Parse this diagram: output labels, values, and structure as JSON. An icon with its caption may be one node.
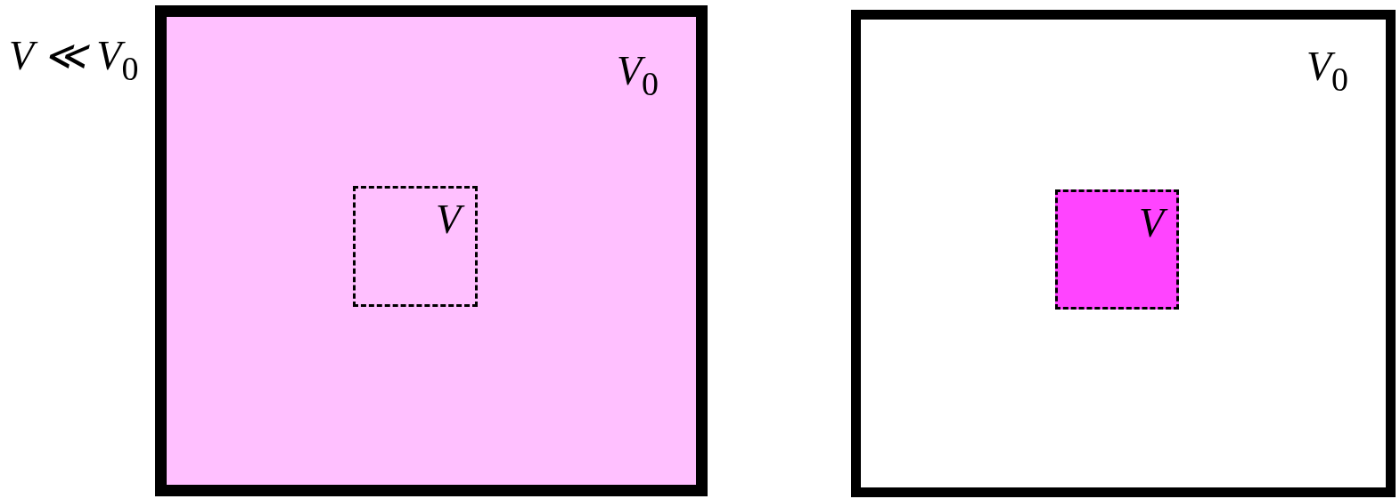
{
  "diagram": {
    "nodes": [
      {
        "text": [
          "V$_{0}$"
        ]
      },
      {
        "text": [
          "V"
        ],
        "in": 0
      },
      {
        "text": [
          "V$_{0}$"
        ]
      },
      {
        "text": [
          "V"
        ],
        "in": 2
      }
    ],
    "labels": [
      "V ≪ V$_{0}$"
    ]
  }
}
